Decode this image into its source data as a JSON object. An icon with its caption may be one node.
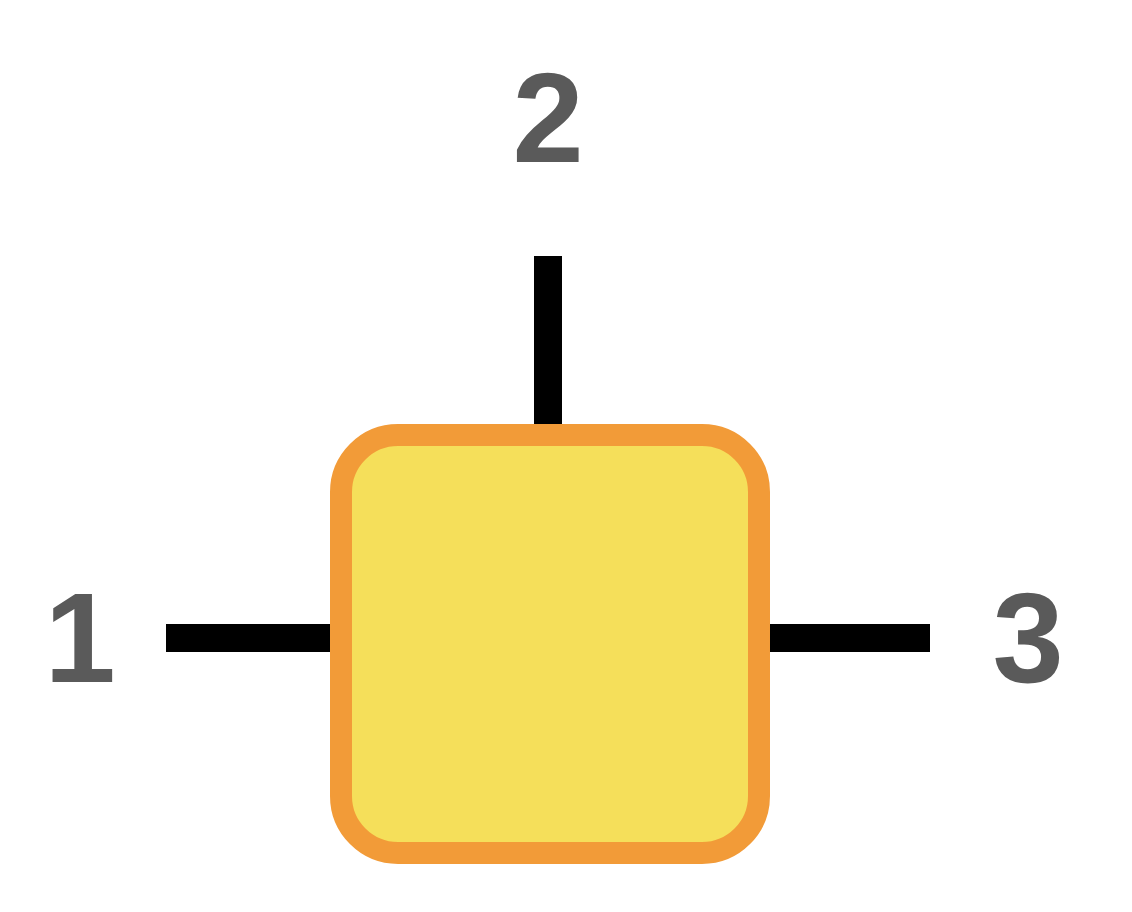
{
  "diagram": {
    "nodes": [
      {
        "text": [],
        "shape": "box"
      },
      {
        "text": [
          "1"
        ]
      },
      {
        "text": [
          "2"
        ]
      },
      {
        "text": [
          "3"
        ]
      }
    ],
    "edges": [
      {
        "from": 1,
        "to": 0,
        "arrow": "none"
      },
      {
        "from": 2,
        "to": 0,
        "arrow": "none"
      },
      {
        "from": 3,
        "to": 0,
        "arrow": "none"
      }
    ]
  }
}
